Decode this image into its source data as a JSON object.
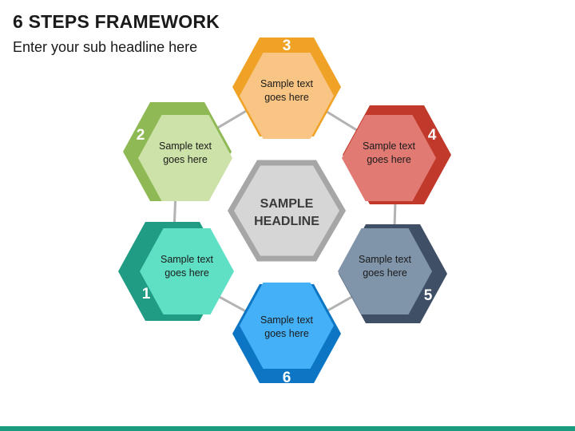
{
  "header": {
    "title": "6 STEPS FRAMEWORK",
    "subtitle": "Enter your sub headline here"
  },
  "center": {
    "line1": "SAMPLE",
    "line2": "HEADLINE",
    "colors": {
      "fill": "#d6d6d6",
      "border": "#a6a6a6"
    }
  },
  "connector_color": "#b3b3b3",
  "accent_bar_color": "#1a9b80",
  "steps": [
    {
      "number": "1",
      "line1": "Sample text",
      "line2": "goes here",
      "outer": "#1f9c83",
      "inner": "#5fe0c5"
    },
    {
      "number": "2",
      "line1": "Sample text",
      "line2": "goes here",
      "outer": "#8fb954",
      "inner": "#cde2a8"
    },
    {
      "number": "3",
      "line1": "Sample text",
      "line2": "goes here",
      "outer": "#f0a226",
      "inner": "#f9c584"
    },
    {
      "number": "4",
      "line1": "Sample text",
      "line2": "goes here",
      "outer": "#c0392b",
      "inner": "#e27a74"
    },
    {
      "number": "5",
      "line1": "Sample text",
      "line2": "goes here",
      "outer": "#3f4f65",
      "inner": "#8094aa"
    },
    {
      "number": "6",
      "line1": "Sample text",
      "line2": "goes here",
      "outer": "#0d76c4",
      "inner": "#44b0f8"
    }
  ]
}
